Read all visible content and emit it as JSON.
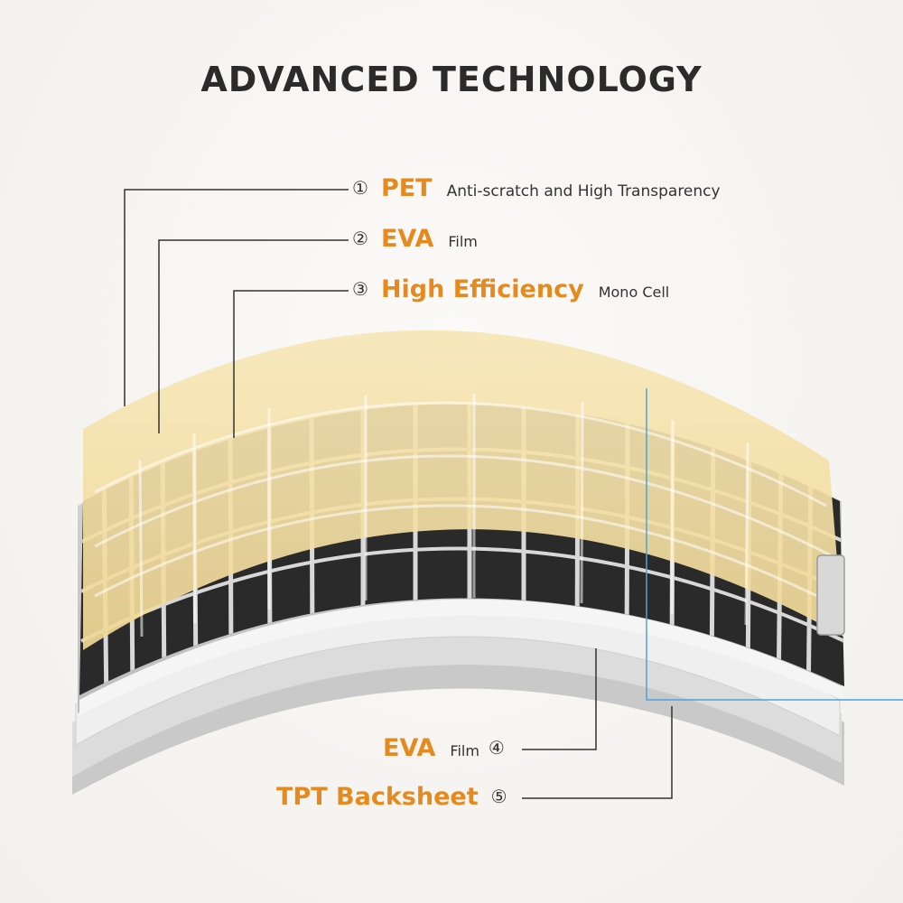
{
  "title": "ADVANCED TECHNOLOGY",
  "colors": {
    "accent": "#e58a1f",
    "text": "#333333",
    "leader_line": "#333333",
    "pet_layer": "#f4dfa6",
    "cell_layer": "#1c1c1c",
    "backsheet": "#e6e6e6",
    "blue_guide": "#4aa3d9"
  },
  "layers": [
    {
      "number": "①",
      "term": "PET",
      "description": "Anti-scratch and High Transparency"
    },
    {
      "number": "②",
      "term": "EVA",
      "description": "Film"
    },
    {
      "number": "③",
      "term": "High Efficiency",
      "description": "Mono Cell"
    },
    {
      "number": "④",
      "term": "EVA",
      "description": "Film"
    },
    {
      "number": "⑤",
      "term": "TPT Backsheet",
      "description": ""
    }
  ]
}
